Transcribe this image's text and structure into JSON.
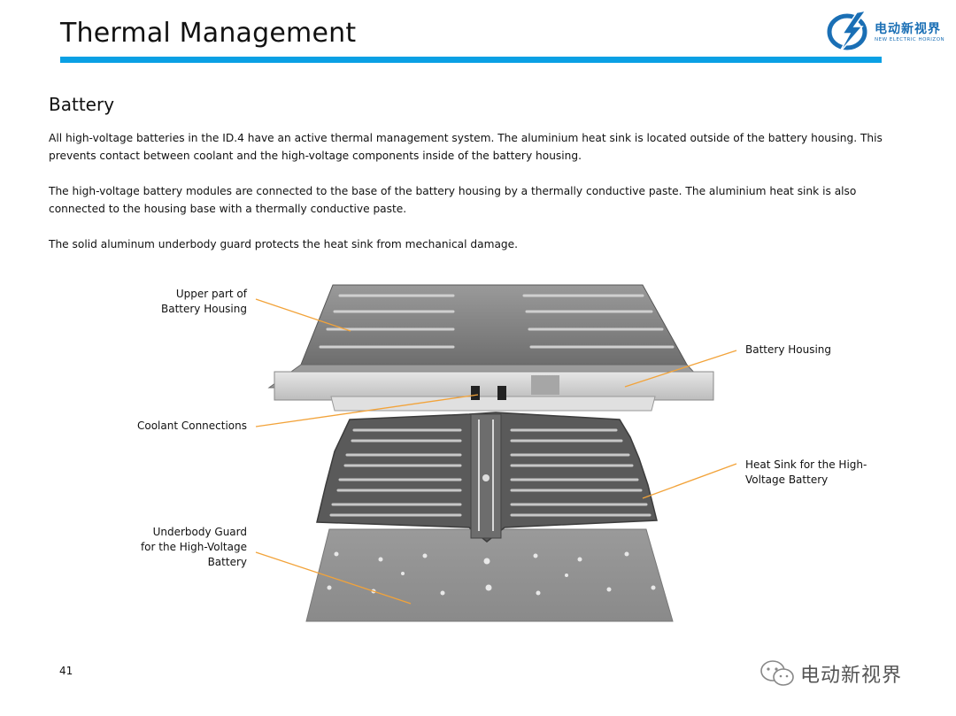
{
  "header": {
    "title": "Thermal Management",
    "logo_cn": "电动新视界",
    "logo_en": "NEW ELECTRIC HORIZON"
  },
  "section": {
    "heading": "Battery",
    "paragraphs": [
      "All high-voltage batteries in the ID.4 have an active thermal management system.  The aluminium heat sink is located outside of the battery housing.  This prevents contact between coolant and the high-voltage components inside of the battery housing.",
      "The high-voltage battery modules are connected to the base of the battery housing by a thermally conductive paste.  The aluminium heat sink is also connected to the housing base with a thermally conductive paste.",
      "The solid aluminum underbody guard protects the heat sink from mechanical damage."
    ]
  },
  "diagram": {
    "labels": {
      "upper_housing": [
        "Upper part of",
        "Battery Housing"
      ],
      "coolant": [
        "Coolant Connections"
      ],
      "underbody": [
        "Underbody Guard",
        "for the High-Voltage",
        "Battery"
      ],
      "battery_housing": [
        "Battery Housing"
      ],
      "heat_sink": [
        "Heat Sink for the High-",
        "Voltage Battery"
      ]
    },
    "leader_color": "#f2a33a"
  },
  "footer": {
    "page_number": "41",
    "watermark": "电动新视界"
  }
}
